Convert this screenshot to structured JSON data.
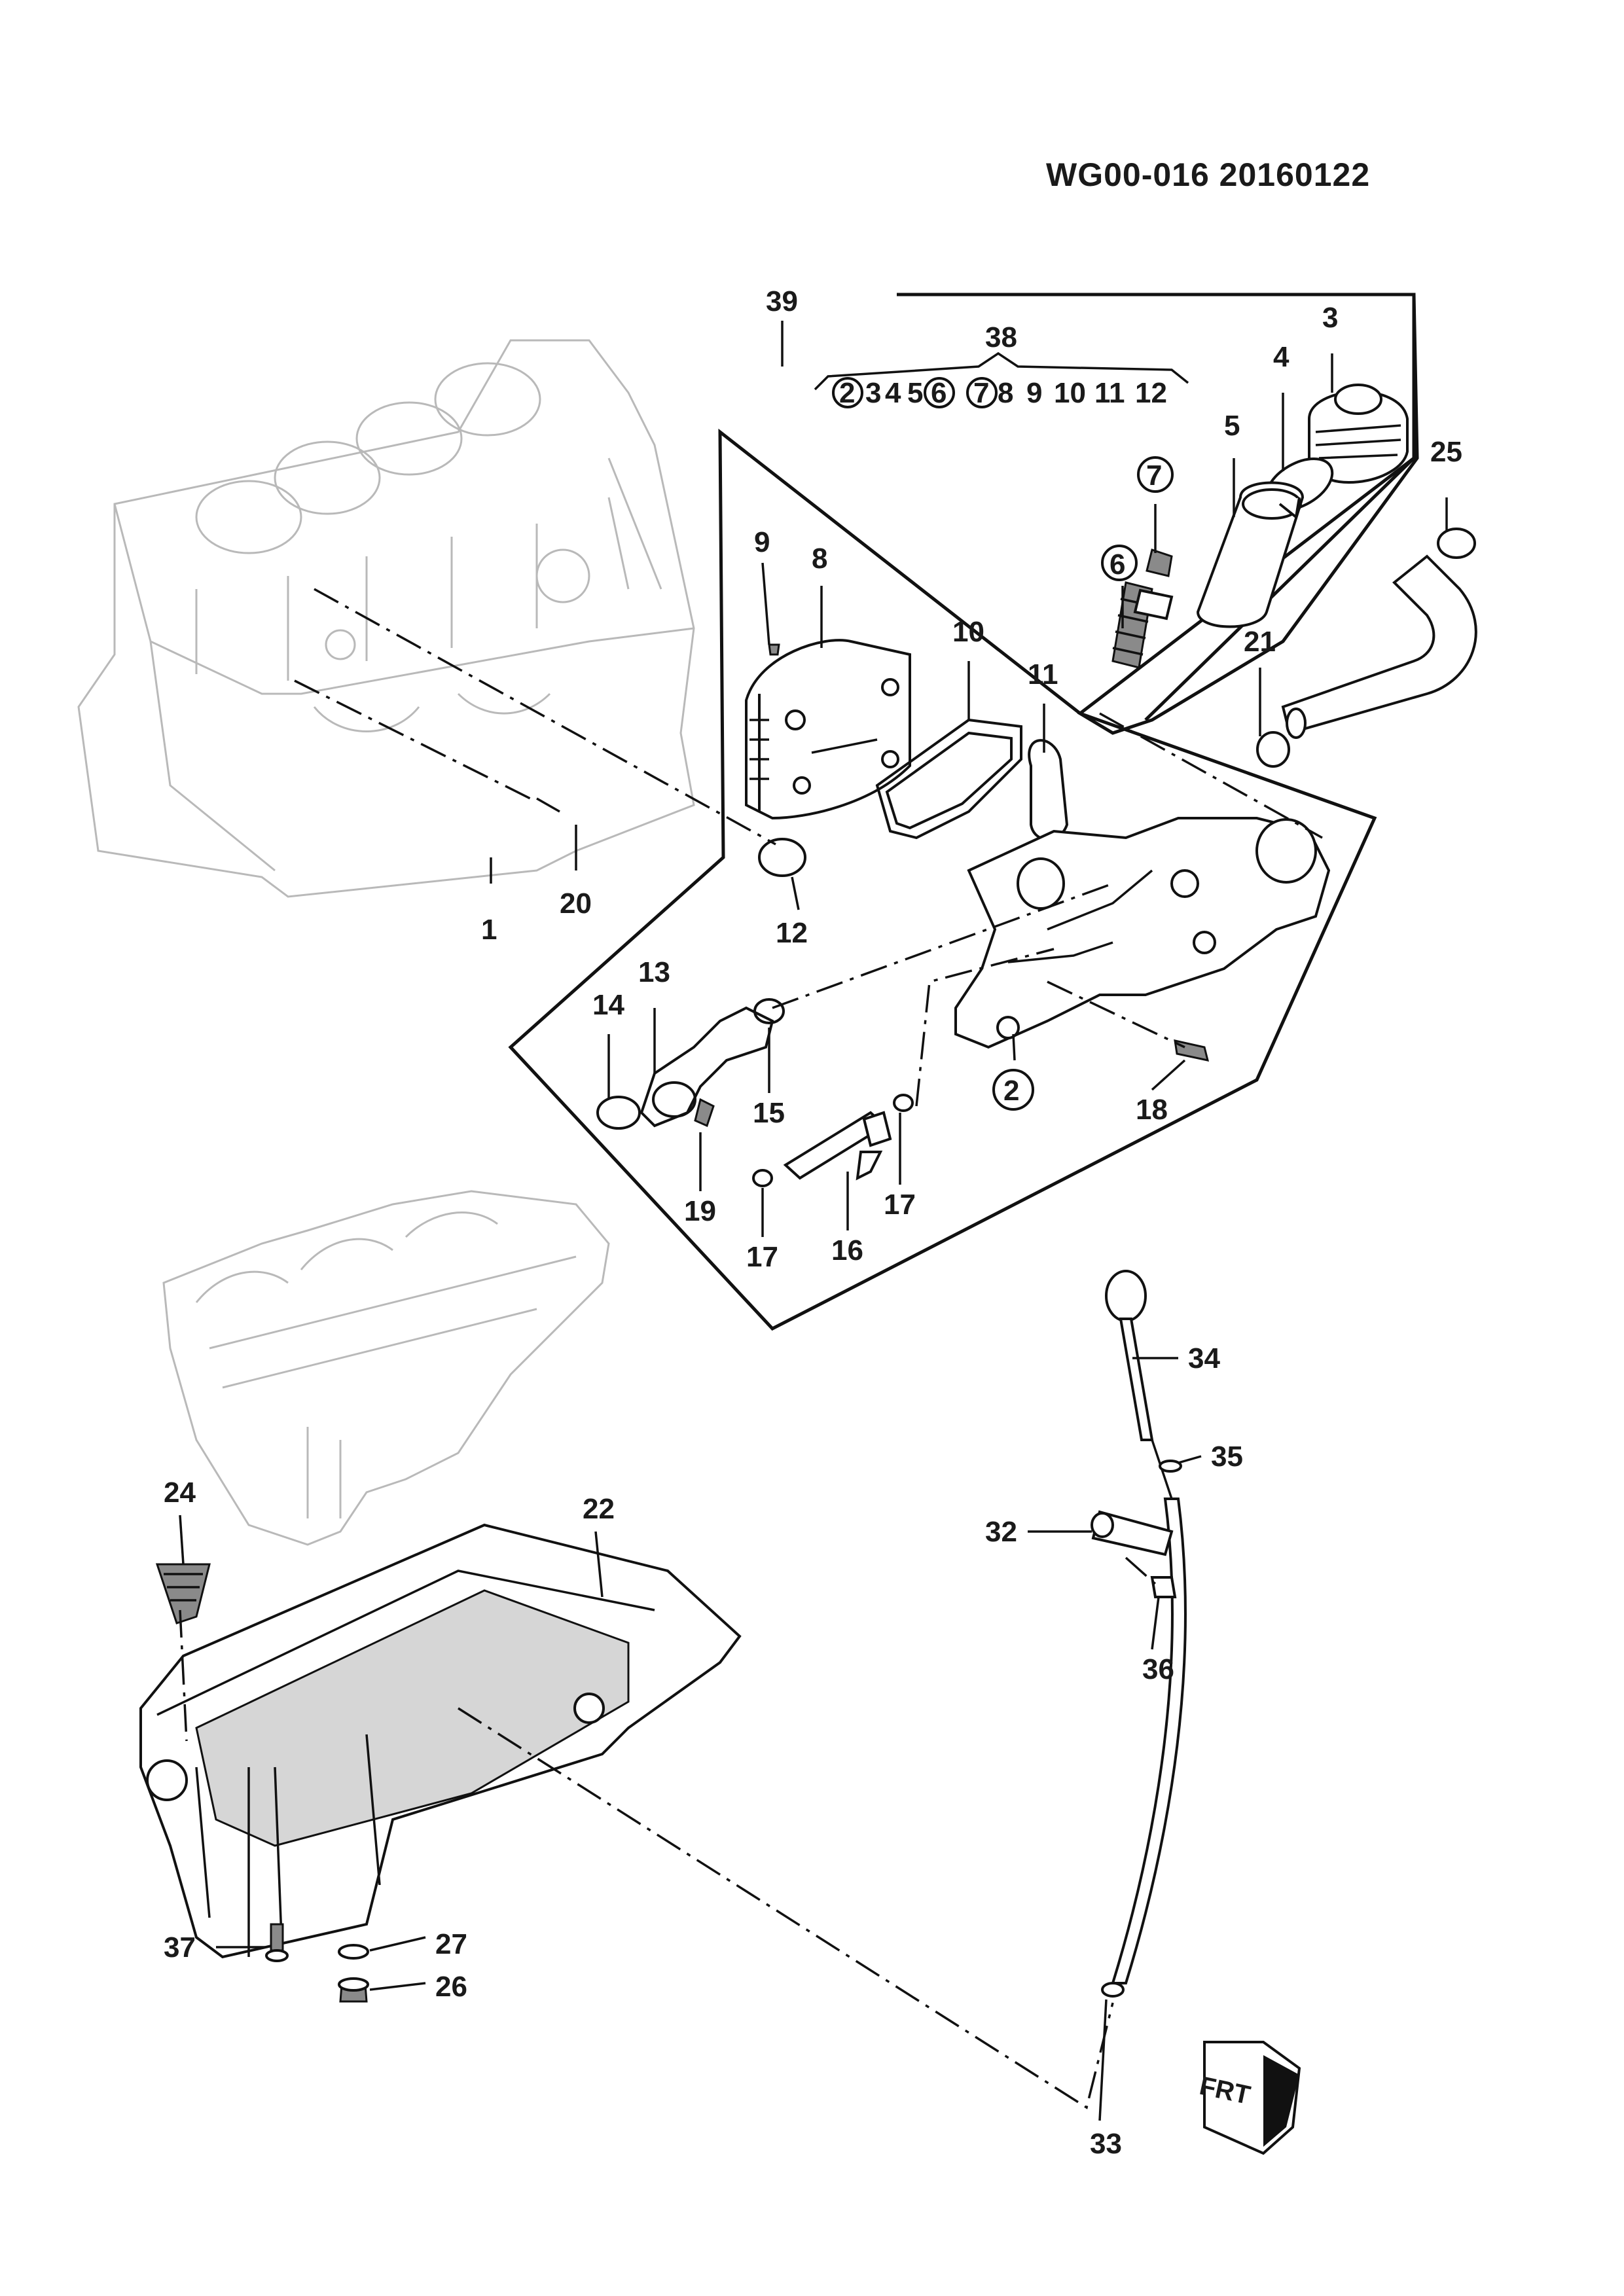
{
  "header": {
    "code": "WG00-016  20160122"
  },
  "kit": {
    "label": "38",
    "items": [
      "2",
      "3",
      "4",
      "5",
      "6",
      "7",
      "8",
      "9",
      "10",
      "11",
      "12"
    ],
    "circled": [
      "2",
      "6",
      "7"
    ]
  },
  "callouts": [
    {
      "id": "c1",
      "text": "1"
    },
    {
      "id": "c2",
      "text": "2"
    },
    {
      "id": "c3",
      "text": "3"
    },
    {
      "id": "c4",
      "text": "4"
    },
    {
      "id": "c5",
      "text": "5"
    },
    {
      "id": "c6",
      "text": "6"
    },
    {
      "id": "c7",
      "text": "7"
    },
    {
      "id": "c8",
      "text": "8"
    },
    {
      "id": "c9",
      "text": "9"
    },
    {
      "id": "c10",
      "text": "10"
    },
    {
      "id": "c11",
      "text": "11"
    },
    {
      "id": "c12",
      "text": "12"
    },
    {
      "id": "c13",
      "text": "13"
    },
    {
      "id": "c14",
      "text": "14"
    },
    {
      "id": "c15",
      "text": "15"
    },
    {
      "id": "c16",
      "text": "16"
    },
    {
      "id": "c17a",
      "text": "17"
    },
    {
      "id": "c17b",
      "text": "17"
    },
    {
      "id": "c18",
      "text": "18"
    },
    {
      "id": "c19",
      "text": "19"
    },
    {
      "id": "c20",
      "text": "20"
    },
    {
      "id": "c21",
      "text": "21"
    },
    {
      "id": "c22",
      "text": "22"
    },
    {
      "id": "c24",
      "text": "24"
    },
    {
      "id": "c25",
      "text": "25"
    },
    {
      "id": "c26",
      "text": "26"
    },
    {
      "id": "c27",
      "text": "27"
    },
    {
      "id": "c32",
      "text": "32"
    },
    {
      "id": "c33",
      "text": "33"
    },
    {
      "id": "c34",
      "text": "34"
    },
    {
      "id": "c35",
      "text": "35"
    },
    {
      "id": "c36",
      "text": "36"
    },
    {
      "id": "c37",
      "text": "37"
    },
    {
      "id": "c39",
      "text": "39"
    }
  ],
  "front_marker": {
    "text": "FRT"
  }
}
